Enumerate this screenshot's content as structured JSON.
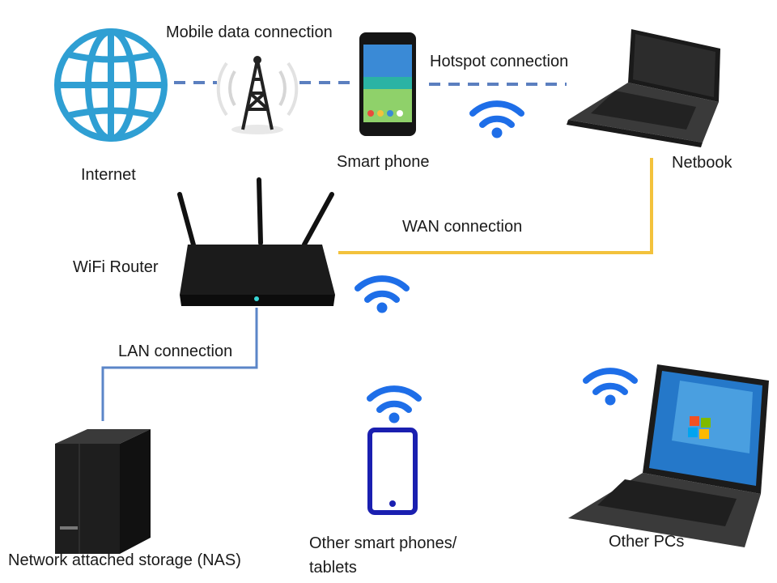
{
  "colors": {
    "mobile_link": "#5b7fbf",
    "wan_link": "#f3c23c",
    "lan_link": "#5b86c8",
    "wifi": "#1e6ee8",
    "globe": "#2f9fd3",
    "tablet": "#1a1fb0"
  },
  "devices": {
    "internet": {
      "label": "Internet",
      "icon": "globe-icon"
    },
    "smartphone": {
      "label": "Smart phone",
      "icon": "smartphone-icon"
    },
    "netbook": {
      "label": "Netbook",
      "icon": "netbook-icon"
    },
    "router": {
      "label": "WiFi Router",
      "icon": "router-icon"
    },
    "nas": {
      "label": "Network attached storage (NAS)",
      "icon": "nas-icon"
    },
    "other_phones": {
      "label_line1": "Other smart phones/",
      "label_line2": "tablets",
      "icon": "tablet-icon"
    },
    "other_pcs": {
      "label": "Other PCs",
      "icon": "laptop-icon"
    }
  },
  "connections": {
    "mobile_data": "Mobile data connection",
    "hotspot": "Hotspot connection",
    "wan": "WAN connection",
    "lan": "LAN connection"
  }
}
